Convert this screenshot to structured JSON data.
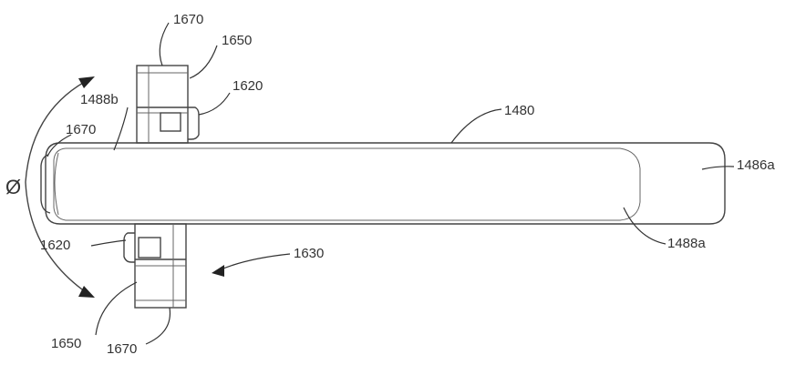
{
  "labels": {
    "l1670_top": "1670",
    "l1650_top": "1650",
    "l1620_top": "1620",
    "l1488b": "1488b",
    "l1670_left": "1670",
    "l1480": "1480",
    "l1486a": "1486a",
    "l1488a": "1488a",
    "l1620_left": "1620",
    "l1630": "1630",
    "l1650_bottom": "1650",
    "l1670_bottom": "1670",
    "phi": "Ø"
  }
}
